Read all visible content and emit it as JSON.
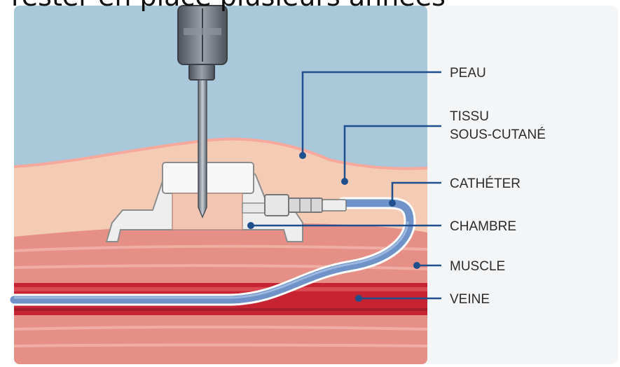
{
  "slide": {
    "title": "rester en place plusieurs années"
  },
  "diagram": {
    "labels": {
      "skin": "PEAU",
      "subcutaneous_line1": "TISSU",
      "subcutaneous_line2": "SOUS-CUTANÉ",
      "catheter": "CATHÉTER",
      "chamber": "CHAMBRE",
      "muscle": "MUSCLE",
      "vein": "VEINE"
    },
    "colors": {
      "sky": "#a9c9da",
      "panel": "#f3f5f7",
      "subcutaneous": "#f4cbb5",
      "muscle": "#e58f86",
      "vein": "#c62433",
      "catheter": "#6f93c8",
      "leader_line": "#1f4f8c"
    }
  }
}
